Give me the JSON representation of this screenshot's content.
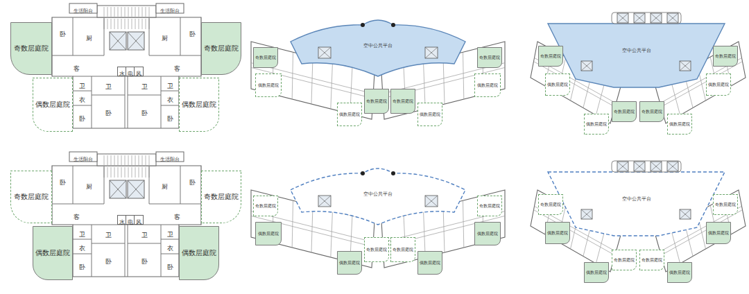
{
  "diagram": {
    "nodes": [
      {
        "text": [
          "奇数层庭院"
        ]
      },
      {
        "text": [
          "奇数层庭院"
        ]
      },
      {
        "text": [
          "偶数层庭院"
        ]
      },
      {
        "text": [
          "偶数层庭院"
        ]
      },
      {
        "text": [
          "空中公共平台"
        ]
      },
      {
        "text": [
          "奇数层庭院"
        ]
      },
      {
        "text": [
          "奇数层庭院"
        ]
      },
      {
        "text": [
          "偶数层庭院"
        ]
      },
      {
        "text": [
          "偶数层庭院"
        ]
      },
      {
        "text": [
          "奇数层庭院"
        ]
      },
      {
        "text": [
          "奇数层庭院"
        ]
      },
      {
        "text": [
          "偶数层庭院"
        ]
      },
      {
        "text": [
          "偶数层庭院"
        ]
      },
      {
        "text": [
          "空中公共平台"
        ]
      },
      {
        "text": [
          "奇数层庭院"
        ]
      },
      {
        "text": [
          "奇数层庭院"
        ]
      },
      {
        "text": [
          "偶数层庭院"
        ]
      },
      {
        "text": [
          "偶数层庭院"
        ]
      },
      {
        "text": [
          "奇数层庭院"
        ]
      },
      {
        "text": [
          "奇数层庭院"
        ]
      },
      {
        "text": [
          "偶数层庭院"
        ]
      },
      {
        "text": [
          "偶数层庭院"
        ]
      },
      {
        "text": [
          "奇数层庭院"
        ]
      },
      {
        "text": [
          "奇数层庭院"
        ]
      },
      {
        "text": [
          "偶数层庭院"
        ]
      },
      {
        "text": [
          "偶数层庭院"
        ]
      },
      {
        "text": [
          "空中公共平台"
        ]
      },
      {
        "text": [
          "奇数层庭院"
        ]
      },
      {
        "text": [
          "奇数层庭院"
        ]
      },
      {
        "text": [
          "偶数层庭院"
        ]
      },
      {
        "text": [
          "偶数层庭院"
        ]
      },
      {
        "text": [
          "奇数层庭院"
        ]
      },
      {
        "text": [
          "奇数层庭院"
        ]
      },
      {
        "text": [
          "偶数层庭院"
        ]
      },
      {
        "text": [
          "偶数层庭院"
        ]
      },
      {
        "text": [
          "空中公共平台"
        ]
      },
      {
        "text": [
          "奇数层庭院"
        ]
      },
      {
        "text": [
          "奇数层庭院"
        ]
      },
      {
        "text": [
          "偶数层庭院"
        ]
      },
      {
        "text": [
          "偶数层庭院"
        ]
      },
      {
        "text": [
          "奇数层庭院"
        ]
      },
      {
        "text": [
          "奇数层庭院"
        ]
      },
      {
        "text": [
          "偶数层庭院"
        ]
      },
      {
        "text": [
          "偶数层庭院"
        ]
      }
    ],
    "labels": [
      "生活阳台",
      "生活阳台",
      "卧",
      "厨",
      "厨",
      "卧",
      "客",
      "水",
      "电",
      "风",
      "客",
      "卫",
      "卫",
      "卫",
      "卫",
      "衣",
      "衣",
      "卧",
      "卧",
      "卧",
      "卧",
      "生活阳台",
      "生活阳台",
      "卧",
      "厨",
      "厨",
      "卧",
      "客",
      "水",
      "电",
      "风",
      "客",
      "卫",
      "卫",
      "卫",
      "卫",
      "衣",
      "衣",
      "卧",
      "卧",
      "卧",
      "卧"
    ]
  }
}
